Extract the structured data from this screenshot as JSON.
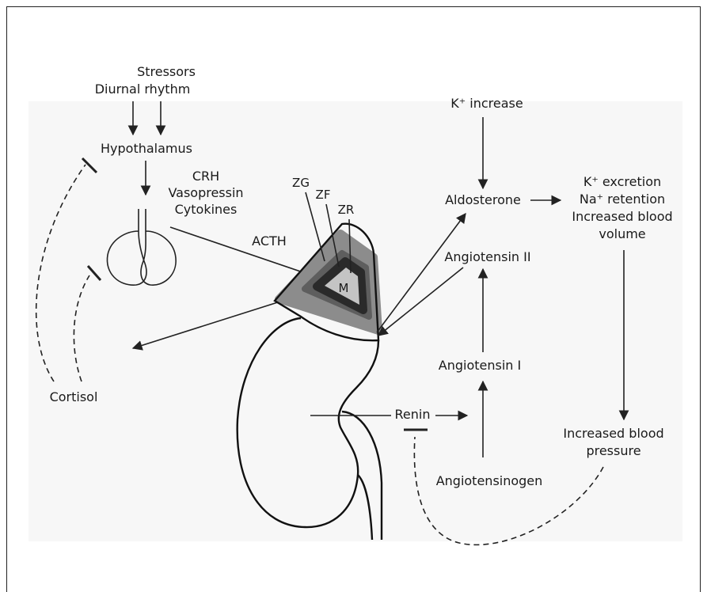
{
  "labels": {
    "stressors": "Stressors",
    "diurnal_rhythm": "Diurnal rhythm",
    "hypothalamus": "Hypothalamus",
    "crh": "CRH",
    "vasopressin": "Vasopressin",
    "cytokines": "Cytokines",
    "acth": "ACTH",
    "cortisol": "Cortisol",
    "zg": "ZG",
    "zf": "ZF",
    "zr": "ZR",
    "m": "M",
    "k_increase": "K⁺ increase",
    "aldosterone": "Aldosterone",
    "k_excretion": "K⁺ excretion",
    "na_retention": "Na⁺ retention",
    "increased_blood_volume_1": "Increased blood",
    "increased_blood_volume_2": "volume",
    "angiotensin_ii": "Angiotensin II",
    "angiotensin_i": "Angiotensin I",
    "renin": "Renin",
    "angiotensinogen": "Angiotensinogen",
    "increased_blood_pressure_1": "Increased blood",
    "increased_blood_pressure_2": "pressure"
  },
  "colors": {
    "background": "#ffffff",
    "panel": "#f7f7f7",
    "line": "#222222",
    "zona_glomerulosa": "#8c8c8c",
    "zona_fasciculata": "#5e5e5e",
    "zona_reticularis": "#2a2a2a",
    "medulla": "#c4c4c4"
  }
}
